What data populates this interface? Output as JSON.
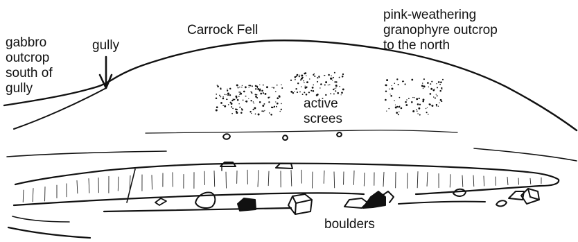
{
  "labels": {
    "carrock_fell": "Carrock Fell",
    "gully": "gully",
    "gabbro": [
      "gabbro",
      "outcrop",
      "south of",
      "gully"
    ],
    "pink": [
      "pink-weathering",
      "granophyre outcrop",
      "to the north"
    ],
    "screes": [
      "active",
      "screes"
    ],
    "boulders": "boulders"
  },
  "colors": {
    "ink": "#111111",
    "background": "#ffffff"
  }
}
